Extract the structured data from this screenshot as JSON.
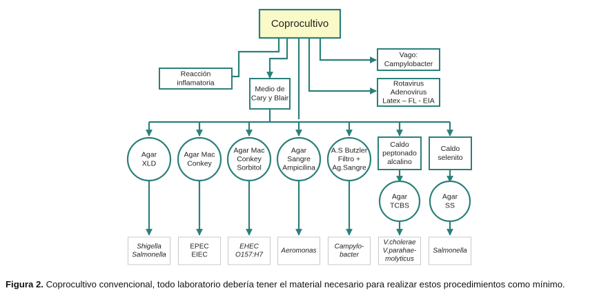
{
  "colors": {
    "stroke": "#2b7f7a",
    "root_fill": "#fafac8",
    "result_border": "#c8c8c8",
    "text": "#222222"
  },
  "root": "Coprocultivo",
  "reaccion": [
    "Reacción",
    "inflamatoria"
  ],
  "medio": [
    "Medio de",
    "Cary y Blair"
  ],
  "vago": [
    "Vago:",
    "Campylobacter"
  ],
  "rotavirus": [
    "Rotavirus",
    "Adenovirus",
    "Latex – FL - EIA"
  ],
  "media": [
    [
      "Agar",
      "XLD"
    ],
    [
      "Agar Mac",
      "Conkey"
    ],
    [
      "Agar Mac",
      "Conkey",
      "Sorbitol"
    ],
    [
      "Agar",
      "Sangre",
      "Ampicilina"
    ],
    [
      "A.S Butzler",
      "Filtro +",
      "Ag.Sangre"
    ],
    [
      "Caldo",
      "peptonado",
      "alcalino"
    ],
    [
      "Caldo",
      "selenito"
    ]
  ],
  "secondary": [
    [
      "Agar",
      "TCBS"
    ],
    [
      "Agar",
      "SS"
    ]
  ],
  "results": [
    [
      "Shigella",
      "Salmonella"
    ],
    [
      "EPEC",
      "EIEC"
    ],
    [
      "EHEC",
      "O157:H7"
    ],
    [
      "Aeromonas"
    ],
    [
      "Campylo-",
      "bacter"
    ],
    [
      "V.cholerae",
      "V.parahae-",
      "molyticus"
    ],
    [
      "Salmonella"
    ]
  ],
  "caption": {
    "label": "Figura 2.",
    "text": " Coprocultivo convencional, todo laboratorio debería tener el material necesario para realizar estos procedimientos como mínimo."
  }
}
